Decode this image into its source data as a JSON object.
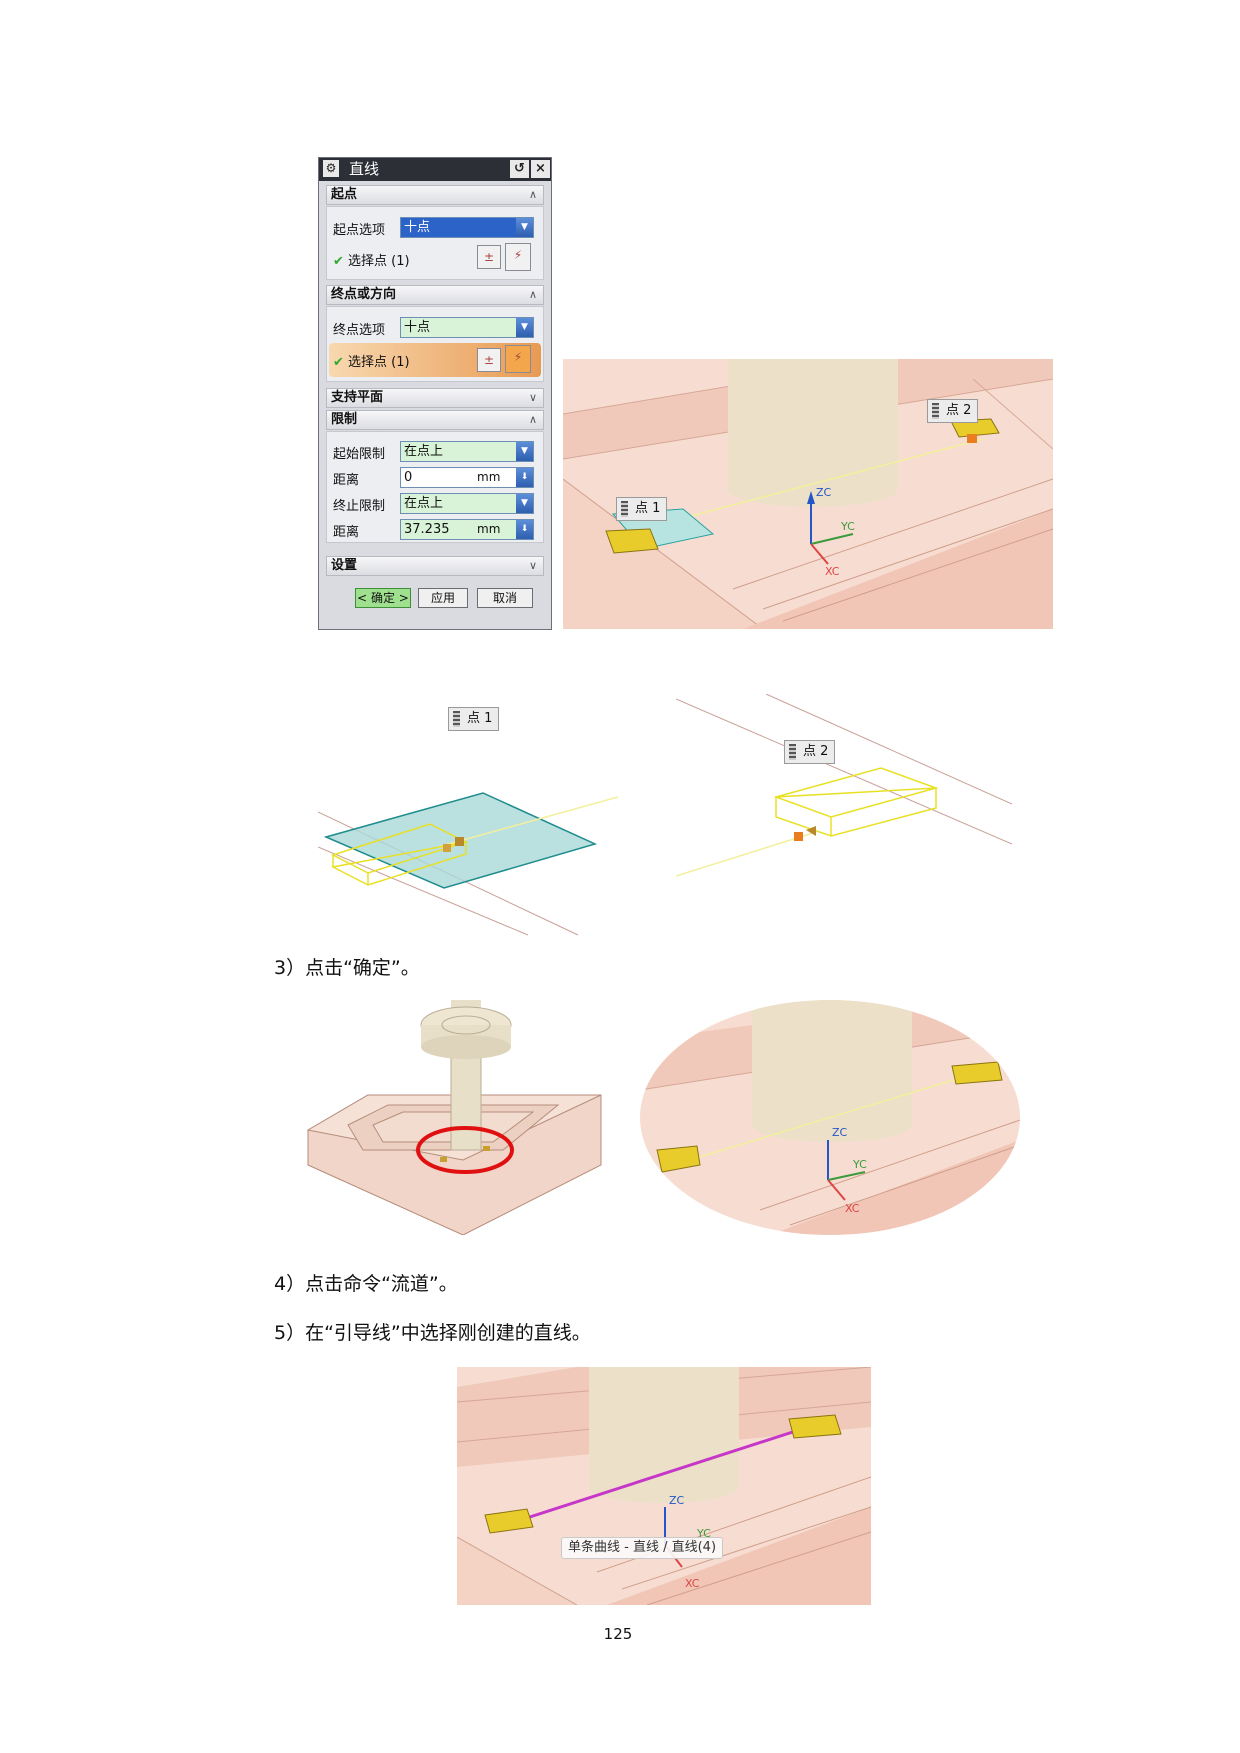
{
  "dialog": {
    "title": "直线",
    "close_icon": "×",
    "reset_icon": "↺",
    "start_section": "起点",
    "start_option_label": "起点选项",
    "start_option_value": "十点",
    "start_select_point": "选择点 (1)",
    "end_section": "终点或方向",
    "end_option_label": "终点选项",
    "end_option_value": "十点",
    "end_select_point": "选择点 (1)",
    "support_plane_section": "支持平面",
    "limits_section": "限制",
    "start_limit_label": "起始限制",
    "start_limit_value": "在点上",
    "distance_label_1": "距离",
    "distance_value_1": "0",
    "unit_1": "mm",
    "end_limit_label": "终止限制",
    "end_limit_value": "在点上",
    "distance_label_2": "距离",
    "distance_value_2": "37.235",
    "unit_2": "mm",
    "settings_section": "设置",
    "ok_button": "< 确定 >",
    "apply_button": "应用",
    "cancel_button": "取消"
  },
  "viewport1": {
    "point1_label": "点 1",
    "point2_label": "点 2",
    "axis_z": "ZC",
    "axis_y": "YC",
    "axis_x": "XC"
  },
  "viewport2": {
    "point1_label": "点 1"
  },
  "viewport3": {
    "point2_label": "点 2"
  },
  "step3": "3）点击“确定”。",
  "viewport5": {
    "axis_z": "ZC",
    "axis_y": "YC",
    "axis_x": "XC"
  },
  "step4": "4）点击命令“流道”。",
  "step5": "5）在“引导线”中选择刚创建的直线。",
  "viewport6": {
    "tooltip": "单条曲线 - 直线 / 直线(4)",
    "axis_z": "ZC",
    "axis_y": "YC",
    "axis_x": "XC"
  },
  "page_number": "125"
}
